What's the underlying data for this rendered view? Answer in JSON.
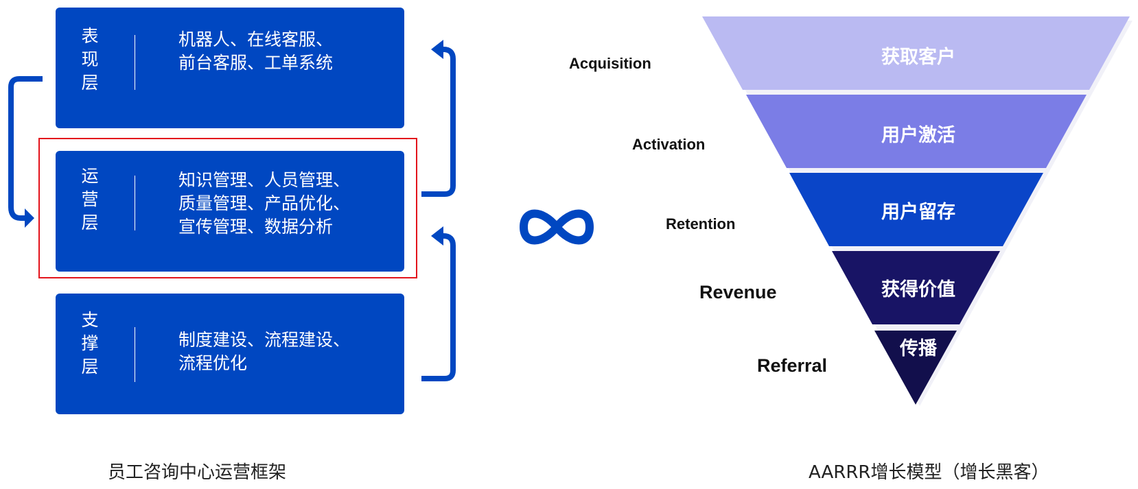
{
  "framework": {
    "layers": [
      {
        "name": "表\n现\n层",
        "desc": "机器人、在线客服、\n前台客服、工单系统"
      },
      {
        "name": "运\n营\n层",
        "desc": "知识管理、人员管理、\n质量管理、产品优化、\n宣传管理、数据分析"
      },
      {
        "name": "支\n撑\n层",
        "desc": "制度建设、流程建设、\n流程优化"
      }
    ],
    "caption": "员工咨询中心运营框架",
    "highlighted_layer": "运营层",
    "colors": {
      "box": "#0047c1",
      "arrow": "#0047c1",
      "highlight": "#e3131b"
    }
  },
  "connector_symbol": "infinity-icon",
  "funnel": {
    "stages": [
      {
        "en": "Acquisition",
        "zh": "获取客户",
        "color": "#babaf2"
      },
      {
        "en": "Activation",
        "zh": "用户激活",
        "color": "#7b7de6"
      },
      {
        "en": "Retention",
        "zh": "用户留存",
        "color": "#0a45c8"
      },
      {
        "en": "Revenue",
        "zh": "获得价值",
        "color": "#181465"
      },
      {
        "en": "Referral",
        "zh": "传播",
        "color": "#120f4c"
      }
    ],
    "caption": "AARRR增长模型（增长黑客）"
  }
}
